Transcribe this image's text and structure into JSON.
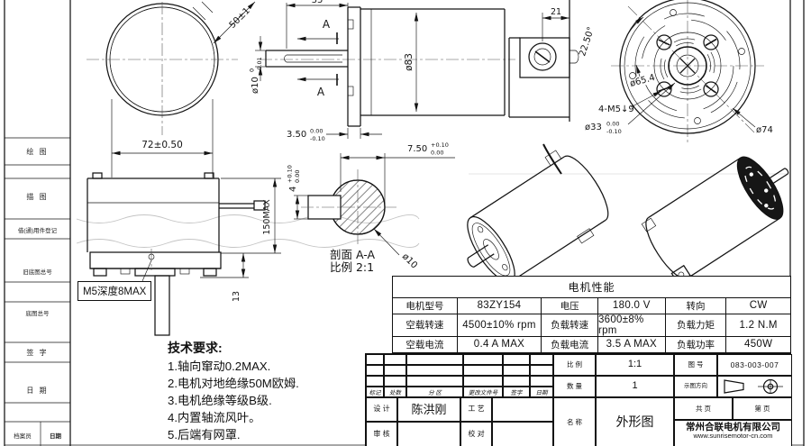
{
  "left_strip": {
    "labels": [
      "绘 图",
      "描 图",
      "借(通)用件登记",
      "旧底图总号",
      "底图总号",
      "签 字",
      "日 期"
    ],
    "archivist": "档案员",
    "date": "日期"
  },
  "tech": {
    "title": "技术要求:",
    "items": [
      "1.轴向窜动0.2MAX.",
      "2.电机对地绝缘50M欧姆.",
      "3.电机绝缘等级B级.",
      "4.内置轴流风叶。",
      "5.后端有网罩."
    ]
  },
  "notes": {
    "m5": "M5深度8MAX",
    "section_line1": "剖面 A-A",
    "section_line2": "比例 2:1"
  },
  "dims": {
    "mesh_width": "72±0.50",
    "mesh_diag": "50±1",
    "shaft_len": "35",
    "marker_a": "A",
    "shaft_dia": "ø10",
    "shaft_dia_top": "0",
    "shaft_dia_bot": "-0.01",
    "flange_thk": "3.50",
    "flange_thk_top": "0.00",
    "flange_thk_bot": "-0.10",
    "body_dia": "ø83",
    "terminal": "21",
    "rear_angle": "22.50°",
    "bolt_circle": "ø65.4",
    "tap_note": "4-M5↓9",
    "hub_dia": "ø33",
    "hub_dia_top": "0.00",
    "hub_dia_bot": "-0.10",
    "boss_dia": "ø74",
    "key_len": "7.50",
    "key_len_top": "+0.10",
    "key_len_bot": "0.00",
    "key_dep": "4",
    "key_dep_top": "+0.10",
    "key_dep_bot": "0.00",
    "sec_dia": "ø10",
    "total_len": "150MAX",
    "foot": "13"
  },
  "perf": {
    "title": "电机性能",
    "cells": [
      [
        "电机型号",
        "83ZY154",
        "电压",
        "180.0 V",
        "转向",
        "CW"
      ],
      [
        "空载转速",
        "4500±10% rpm",
        "负载转速",
        "3600±8% rpm",
        "负载力矩",
        "1.2 N.M"
      ],
      [
        "空载电流",
        "0.4 A MAX",
        "负载电流",
        "3.5 A MAX",
        "负载功率",
        "450W"
      ]
    ]
  },
  "tb": {
    "rev_headers": [
      "标记",
      "处数",
      "分 区",
      "更改文件号",
      "签字",
      "日期"
    ],
    "design": "设 计",
    "designer": "陈洪刚",
    "process": "工 艺",
    "check": "审 核",
    "proof": "校 对",
    "scale_l": "比 例",
    "scale": "1:1",
    "qty_l": "数 量",
    "qty": "1",
    "name_l": "名 称",
    "name": "外形图",
    "no_l": "图 号",
    "no": "083-003-007",
    "view_l": "示图方向",
    "pages_l": "共  页",
    "page_l": "第  页",
    "company": "常州合联电机有限公司",
    "site": "www.sunrisemotor-cn.com"
  }
}
